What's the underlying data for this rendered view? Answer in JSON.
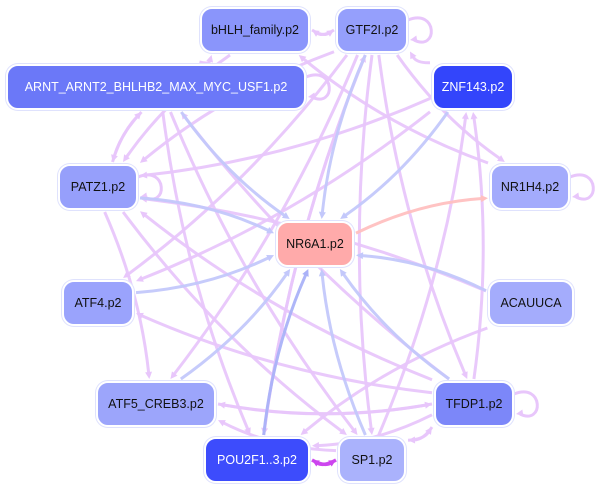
{
  "nodes": [
    {
      "id": "bhlh",
      "label": "bHLH_family.p2",
      "color": "#8a95fb",
      "text": "dark"
    },
    {
      "id": "gtf2i",
      "label": "GTF2I.p2",
      "color": "#959ffc",
      "text": "dark"
    },
    {
      "id": "arnt",
      "label": "ARNT_ARNT2_BHLHB2_MAX_MYC_USF1.p2",
      "color": "#6b78f8",
      "text": "light"
    },
    {
      "id": "znf143",
      "label": "ZNF143.p2",
      "color": "#3345fb",
      "text": "light"
    },
    {
      "id": "patz1",
      "label": "PATZ1.p2",
      "color": "#969ffb",
      "text": "dark"
    },
    {
      "id": "nr1h4",
      "label": "NR1H4.p2",
      "color": "#a3abfc",
      "text": "dark"
    },
    {
      "id": "nr6a1",
      "label": "NR6A1.p2",
      "color": "#ffaaaa",
      "text": "dark"
    },
    {
      "id": "atf4",
      "label": "ATF4.p2",
      "color": "#9aa3fc",
      "text": "dark"
    },
    {
      "id": "acauuca",
      "label": "ACAUUCA",
      "color": "#a4acfc",
      "text": "dark"
    },
    {
      "id": "atf5",
      "label": "ATF5_CREB3.p2",
      "color": "#9ca5fb",
      "text": "dark"
    },
    {
      "id": "tfdp1",
      "label": "TFDP1.p2",
      "color": "#7c87f9",
      "text": "dark"
    },
    {
      "id": "pou2f1",
      "label": "POU2F1..3.p2",
      "color": "#3d4cfc",
      "text": "light"
    },
    {
      "id": "sp1",
      "label": "SP1.p2",
      "color": "#aab2fc",
      "text": "dark"
    }
  ],
  "edge_colors": {
    "regulates_target": "#c3c8fb",
    "strong_target": "#aab2f8",
    "target_out": "#ffc0c0",
    "between": "#e8c6fb",
    "strong_between": "#cc44ee"
  },
  "edges": [
    {
      "from": "arnt",
      "to": "nr6a1",
      "kind": "regulates_target"
    },
    {
      "from": "patz1",
      "to": "nr6a1",
      "kind": "regulates_target"
    },
    {
      "from": "gtf2i",
      "to": "nr6a1",
      "kind": "regulates_target"
    },
    {
      "from": "znf143",
      "to": "nr6a1",
      "kind": "regulates_target"
    },
    {
      "from": "atf4",
      "to": "nr6a1",
      "kind": "regulates_target"
    },
    {
      "from": "acauuca",
      "to": "nr6a1",
      "kind": "regulates_target"
    },
    {
      "from": "atf5",
      "to": "nr6a1",
      "kind": "regulates_target"
    },
    {
      "from": "pou2f1",
      "to": "nr6a1",
      "kind": "strong_target"
    },
    {
      "from": "sp1",
      "to": "nr6a1",
      "kind": "regulates_target"
    },
    {
      "from": "tfdp1",
      "to": "nr6a1",
      "kind": "regulates_target"
    },
    {
      "from": "nr6a1",
      "to": "nr1h4",
      "kind": "target_out"
    },
    {
      "from": "bhlh",
      "to": "gtf2i",
      "kind": "between"
    },
    {
      "from": "gtf2i",
      "to": "bhlh",
      "kind": "between"
    },
    {
      "from": "gtf2i",
      "to": "gtf2i",
      "kind": "between"
    },
    {
      "from": "arnt",
      "to": "arnt",
      "kind": "between"
    },
    {
      "from": "patz1",
      "to": "patz1",
      "kind": "between"
    },
    {
      "from": "nr1h4",
      "to": "nr1h4",
      "kind": "between"
    },
    {
      "from": "tfdp1",
      "to": "tfdp1",
      "kind": "between"
    },
    {
      "from": "pou2f1",
      "to": "sp1",
      "kind": "strong_between"
    },
    {
      "from": "sp1",
      "to": "pou2f1",
      "kind": "strong_between"
    },
    {
      "from": "znf143",
      "to": "gtf2i",
      "kind": "between"
    },
    {
      "from": "arnt",
      "to": "bhlh",
      "kind": "between"
    },
    {
      "from": "arnt",
      "to": "patz1",
      "kind": "between"
    },
    {
      "from": "patz1",
      "to": "arnt",
      "kind": "between"
    },
    {
      "from": "gtf2i",
      "to": "patz1",
      "kind": "between"
    },
    {
      "from": "bhlh",
      "to": "patz1",
      "kind": "between"
    },
    {
      "from": "gtf2i",
      "to": "atf4",
      "kind": "between"
    },
    {
      "from": "gtf2i",
      "to": "atf5",
      "kind": "between"
    },
    {
      "from": "gtf2i",
      "to": "pou2f1",
      "kind": "between"
    },
    {
      "from": "gtf2i",
      "to": "sp1",
      "kind": "between"
    },
    {
      "from": "gtf2i",
      "to": "tfdp1",
      "kind": "between"
    },
    {
      "from": "gtf2i",
      "to": "nr1h4",
      "kind": "between"
    },
    {
      "from": "nr1h4",
      "to": "bhlh",
      "kind": "between"
    },
    {
      "from": "znf143",
      "to": "patz1",
      "kind": "between"
    },
    {
      "from": "znf143",
      "to": "atf4",
      "kind": "between"
    },
    {
      "from": "tfdp1",
      "to": "znf143",
      "kind": "between"
    },
    {
      "from": "sp1",
      "to": "znf143",
      "kind": "between"
    },
    {
      "from": "tfdp1",
      "to": "arnt",
      "kind": "between"
    },
    {
      "from": "tfdp1",
      "to": "atf4",
      "kind": "between"
    },
    {
      "from": "tfdp1",
      "to": "patz1",
      "kind": "between"
    },
    {
      "from": "tfdp1",
      "to": "atf5",
      "kind": "between"
    },
    {
      "from": "atf5",
      "to": "tfdp1",
      "kind": "between"
    },
    {
      "from": "tfdp1",
      "to": "pou2f1",
      "kind": "between"
    },
    {
      "from": "tfdp1",
      "to": "sp1",
      "kind": "between"
    },
    {
      "from": "sp1",
      "to": "tfdp1",
      "kind": "between"
    },
    {
      "from": "acauuca",
      "to": "pou2f1",
      "kind": "between"
    },
    {
      "from": "acauuca",
      "to": "patz1",
      "kind": "between"
    },
    {
      "from": "patz1",
      "to": "atf5",
      "kind": "between"
    },
    {
      "from": "patz1",
      "to": "sp1",
      "kind": "between"
    },
    {
      "from": "arnt",
      "to": "pou2f1",
      "kind": "between"
    },
    {
      "from": "arnt",
      "to": "sp1",
      "kind": "between"
    },
    {
      "from": "sp1",
      "to": "atf5",
      "kind": "between"
    },
    {
      "from": "pou2f1",
      "to": "gtf2i",
      "kind": "between"
    }
  ]
}
